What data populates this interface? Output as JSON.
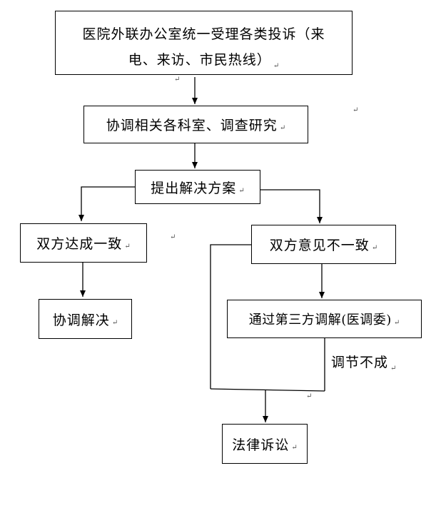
{
  "nodes": {
    "intake_line1": "医院外联办公室统一受理各类投诉（来",
    "intake_line2": "电、来访、市民热线）",
    "investigate": "协调相关各科室、调查研究",
    "propose": "提出解决方案",
    "agree": "双方达成一致",
    "resolved": "协调解决",
    "disagree": "双方意见不一致",
    "mediation": "通过第三方调解(医调委)",
    "lawsuit": "法律诉讼"
  },
  "edge_labels": {
    "mediation_failed": "调节不成"
  },
  "paragraph_mark": "↵"
}
